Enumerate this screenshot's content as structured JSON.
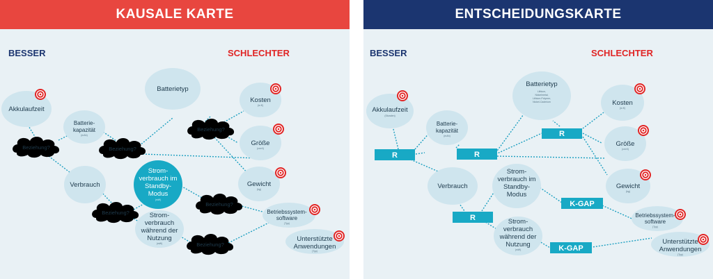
{
  "left": {
    "title": "KAUSALE KARTE",
    "better": "BESSER",
    "worse": "SCHLECHTER",
    "nodes": {
      "akku": "Akkulaufzeit",
      "batt_l1": "Batterie-",
      "batt_l2": "kapazität",
      "verbrauch": "Verbrauch",
      "typ": "Batterietyp",
      "kosten": "Kosten",
      "groesse": "Größe",
      "gewicht": "Gewicht",
      "standby_l1": "Strom-",
      "standby_l2": "verbrauch im",
      "standby_l3": "Standby-",
      "standby_l4": "Modus",
      "nutz_l1": "Strom-",
      "nutz_l2": "verbrauch",
      "nutz_l3": "während der",
      "nutz_l4": "Nutzung",
      "os_l1": "Betriebssystem-",
      "os_l2": "software",
      "apps_l1": "Unterstützte",
      "apps_l2": "Anwendungen"
    },
    "tiny": {
      "kosten": "(in €)",
      "groesse": "(cm³/l)",
      "gewicht": "(kg)",
      "batt": "(mAh)",
      "standby": "(mW)",
      "nutz": "(mW)",
      "os": "(Typ)",
      "apps": "(Typ)"
    },
    "relation": "Beziehung?"
  },
  "right": {
    "title": "ENTSCHEIDUNGSKARTE",
    "better": "BESSER",
    "worse": "SCHLECHTER",
    "r_label": "R",
    "kgap_label": "K-GAP",
    "nodes": {
      "akku": "Akkulaufzeit",
      "batt_l1": "Batterie-",
      "batt_l2": "kapazität",
      "verbrauch": "Verbrauch",
      "typ": "Batterietyp",
      "typ_sub_l1": "Lithium,",
      "typ_sub_l2": "Nickelmetal,",
      "typ_sub_l3": "Lithium-Polymer,",
      "typ_sub_l4": "Nickel-Cadmium",
      "kosten": "Kosten",
      "groesse": "Größe",
      "gewicht": "Gewicht",
      "standby_l1": "Strom-",
      "standby_l2": "verbrauch im",
      "standby_l3": "Standby-",
      "standby_l4": "Modus",
      "nutz_l1": "Strom-",
      "nutz_l2": "verbrauch",
      "nutz_l3": "während der",
      "nutz_l4": "Nutzung",
      "os_l1": "Betriebssystem-",
      "os_l2": "software",
      "apps_l1": "Unterstützte",
      "apps_l2": "Anwendungen"
    },
    "tiny": {
      "akku": "(Stunden)",
      "kosten": "(in €)",
      "groesse": "(cm³/l)",
      "gewicht": "(kg)",
      "batt": "(mAh)",
      "nutz": "(mW)",
      "os": "(Typ)",
      "apps": "(Typ)"
    }
  },
  "colors": {
    "left_banner": "#e8463f",
    "right_banner": "#1b3570",
    "node": "#cfe5ee",
    "accent": "#18a9c5",
    "target_icon": "#e02424"
  },
  "icons": [
    "target-icon",
    "cloud-shape"
  ]
}
